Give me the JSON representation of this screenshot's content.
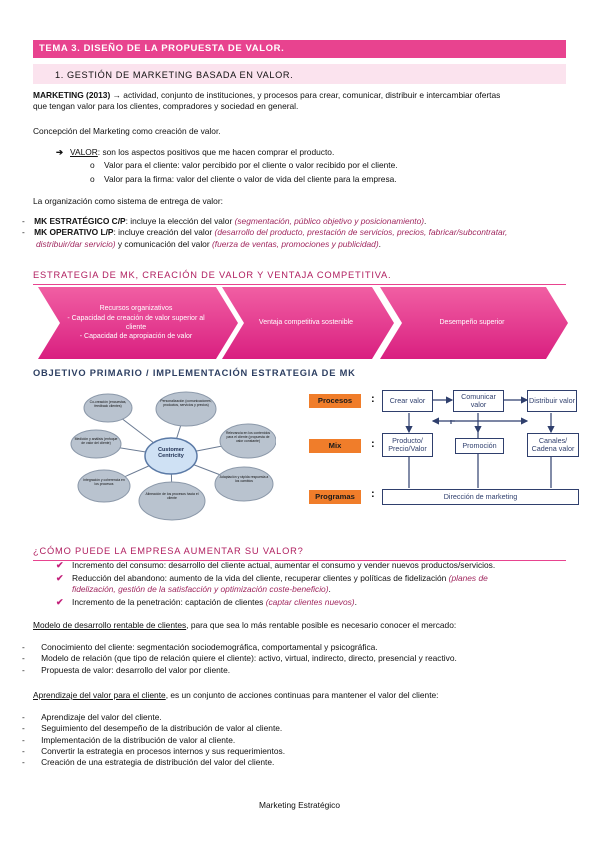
{
  "topic_title": "TEMA 3. DISEÑO DE LA PROPUESTA DE VALOR.",
  "section_title": "1.   GESTIÓN DE MARKETING BASADA EN VALOR.",
  "marketing_def": {
    "term": "MARKETING (2013)",
    "arrow": "→",
    "line1": " actividad, conjunto de instituciones, y procesos para crear, comunicar, distribuir e intercambiar ofertas",
    "line2": "que tengan valor para los clientes, compradores y sociedad en general."
  },
  "concepcion": "Concepción del Marketing como creación de valor.",
  "valor": {
    "label": "VALOR",
    "text": ": son los aspectos positivos que me hacen comprar el producto.",
    "sub": [
      "Valor para el cliente: valor percibido por el cliente o valor recibido por el cliente.",
      "Valor para la firma: valor del cliente o valor de vida del cliente para la empresa."
    ]
  },
  "organizacion": "La organización como sistema de entrega de valor:",
  "mk_estrategico": {
    "bold": "MK ESTRATÉGICO C/P",
    "text": ": incluye la elección del valor ",
    "italic": "(segmentación, público objetivo y posicionamiento)",
    "end": "."
  },
  "mk_operativo": {
    "bold": "MK OPERATIVO L/P",
    "text": ": incluye creación del valor ",
    "italic1": "(desarrollo del producto, prestación de servicios, precios, fabricar/subcontratar,",
    "italic2": "distribuir/dar servicio)",
    "text2": " y comunicación del valor ",
    "italic3": "(fuerza de ventas, promociones y publicidad)",
    "end": "."
  },
  "estrategia_heading": "ESTRATEGIA DE MK, CREACIÓN DE VALOR Y VENTAJA COMPETITIVA.",
  "chevrons": {
    "first": {
      "title": "Recursos organizativos",
      "items": [
        "- Capacidad de creación de valor superior al cliente",
        "- Capacidad de apropiación de valor"
      ]
    },
    "second": "Ventaja competitiva sostenible",
    "third": "Desempeño superior"
  },
  "objetivo_heading": "OBJETIVO PRIMARIO / IMPLEMENTACIÓN ESTRATEGIA DE MK",
  "bubbles": {
    "center": "Customer Centricity",
    "outer": [
      "Co-creación (encuestas, feedback clientes)",
      "Personalización (comunicaciones, productos, servicios y precios)",
      "Medición y análisis (enfoque de valor del cliente)",
      "Relevancia en los contenidos para el cliente (propuesta de valor constante)",
      "Integración y coherencia en los procesos",
      "Adaptación y rápida respuesta a los cambios",
      "Alineación de los procesos hacia el cliente"
    ]
  },
  "diagram": {
    "tags": [
      "Procesos",
      "Mix",
      "Programas"
    ],
    "colon": ":",
    "boxes": {
      "crear": "Crear valor",
      "comunicar": "Comunicar valor",
      "distribuir": "Distribuir valor",
      "producto": "Producto/ Precio/Valor",
      "promocion": "Promoción",
      "canales": "Canales/ Cadena valor",
      "direccion": "Dirección de marketing"
    },
    "colors": {
      "tag": "#f07d2a",
      "line": "#2f3f6d"
    }
  },
  "como_heading": "¿CÓMO PUEDE LA EMPRESA AUMENTAR SU VALOR?",
  "aumento": [
    {
      "bold": "Incremento del consumo",
      "text": ": desarrollo del cliente actual, aumentar el consumo y vender nuevos productos/servicios."
    },
    {
      "bold": "Reducción del abandono",
      "text": ": aumento de la vida del cliente, recuperar clientes y políticas de fidelización ",
      "italic": "(planes de",
      "italic2": "fidelización, gestión de la satisfacción y optimización coste-beneficio)",
      "end": "."
    },
    {
      "bold": "Incremento de la penetración",
      "text": ": captación de clientes ",
      "italic": "(captar clientes nuevos)",
      "end": "."
    }
  ],
  "modelo": {
    "underlined": "Modelo de desarrollo rentable de clientes",
    "text": ", para que sea lo más rentable posible es necesario conocer el mercado:",
    "items": [
      "Conocimiento del cliente: segmentación sociodemográfica, comportamental y psicográfica.",
      "Modelo de relación (que tipo de relación quiere el cliente): activo, virtual, indirecto, directo, presencial y reactivo.",
      "Propuesta de valor: desarrollo del valor por cliente."
    ]
  },
  "aprendizaje": {
    "underlined": "Aprendizaje del valor para el cliente",
    "text": ", es un conjunto de acciones continuas para mantener el valor del cliente:",
    "items": [
      "Aprendizaje del valor del cliente.",
      "Seguimiento del desempeño de la distribución de valor al cliente.",
      "Implementación de la distribución de valor al cliente.",
      "Convertir la estrategia en procesos internos y sus requerimientos.",
      "Creación de una estrategia de distribución del valor del cliente."
    ]
  },
  "bullet_dash": "-",
  "bullet_circle": "o",
  "bullet_arrow": "➔",
  "check_mark": "✔",
  "footer": "Marketing Estratégico"
}
